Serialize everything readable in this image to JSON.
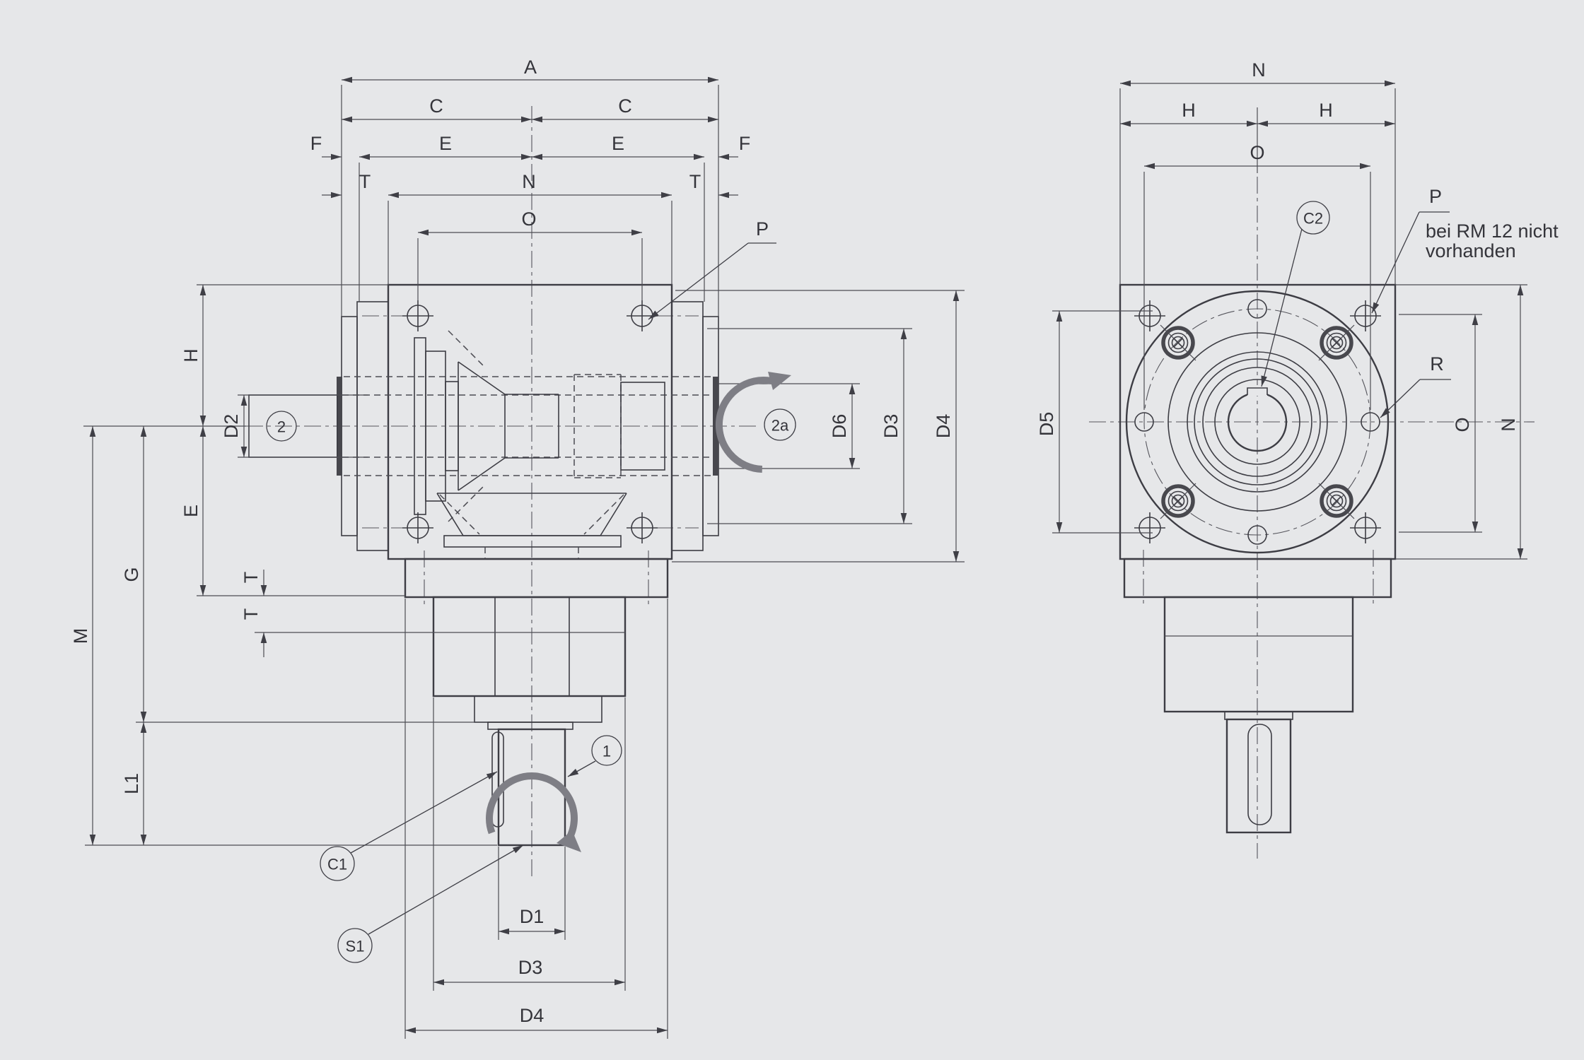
{
  "drawing": {
    "left_view": {
      "top_dims": {
        "a": "A",
        "c_left": "C",
        "c_right": "C",
        "f_left": "F",
        "e_left": "E",
        "e_right": "E",
        "f_right": "F",
        "t_left": "T",
        "n": "N",
        "t_right": "T",
        "o": "O"
      },
      "left_dims": {
        "h": "H",
        "d2": "D2",
        "e": "E",
        "g": "G",
        "m": "M",
        "l1": "L1",
        "t_upper": "T",
        "t_lower": "T"
      },
      "right_dims": {
        "d6": "D6",
        "d3": "D3",
        "d4": "D4"
      },
      "bottom_dims": {
        "d1": "D1",
        "d3": "D3",
        "d4": "D4"
      },
      "callouts": {
        "shaft_2": "2",
        "rotation_2a": "2a",
        "rotation_1": "1",
        "c1": "C1",
        "s1": "S1",
        "p": "P"
      }
    },
    "right_view": {
      "top_dims": {
        "n": "N",
        "h_left": "H",
        "h_right": "H",
        "o": "O"
      },
      "side_dims": {
        "d5": "D5",
        "o": "O",
        "n": "N"
      },
      "callouts": {
        "c2": "C2",
        "p": "P",
        "r": "R"
      },
      "note": {
        "line1": "bei RM 12 nicht",
        "line2": "vorhanden"
      }
    },
    "colors": {
      "background": "#e6e7e9",
      "line": "#3d3d44",
      "dim_line": "#4c4c53",
      "dark_fill": "#47474d",
      "rotation_arrow": "#7e7e85"
    }
  }
}
